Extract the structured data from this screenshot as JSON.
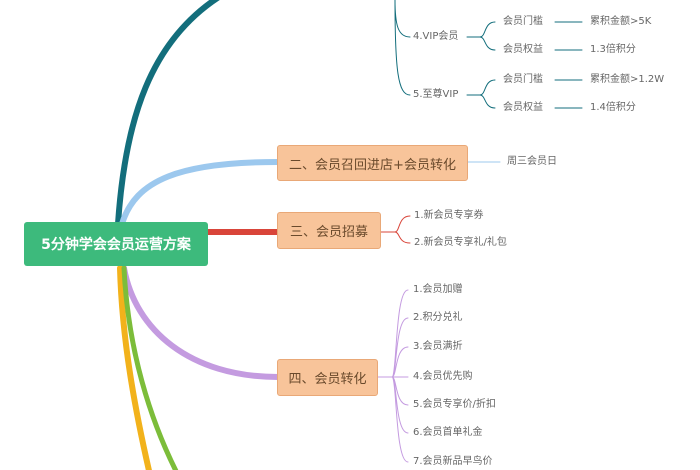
{
  "root": "5分钟学会会员运营方案",
  "branch_colors": {
    "teal": "#136e7c",
    "blue": "#9cc8ee",
    "red": "#d9453a",
    "purple": "#c49be0",
    "orange": "#f2b21b",
    "green": "#7cbd3a"
  },
  "vip": [
    {
      "label": "4.VIP会员",
      "items": [
        {
          "k": "会员门槛",
          "v": "累积金额>5K"
        },
        {
          "k": "会员权益",
          "v": "1.3倍积分"
        }
      ]
    },
    {
      "label": "5.至尊VIP",
      "items": [
        {
          "k": "会员门槛",
          "v": "累积金额>1.2W"
        },
        {
          "k": "会员权益",
          "v": "1.4倍积分"
        }
      ]
    }
  ],
  "node2": {
    "label": "二、会员召回进店+会员转化",
    "child": "周三会员日"
  },
  "node3": {
    "label": "三、会员招募",
    "children": [
      "1.新会员专享券",
      "2.新会员专享礼/礼包"
    ]
  },
  "node4": {
    "label": "四、会员转化",
    "children": [
      "1.会员加赠",
      "2.积分兑礼",
      "3.会员满折",
      "4.会员优先购",
      "5.会员专享价/折扣",
      "6.会员首单礼金",
      "7.会员新品早鸟价"
    ]
  }
}
